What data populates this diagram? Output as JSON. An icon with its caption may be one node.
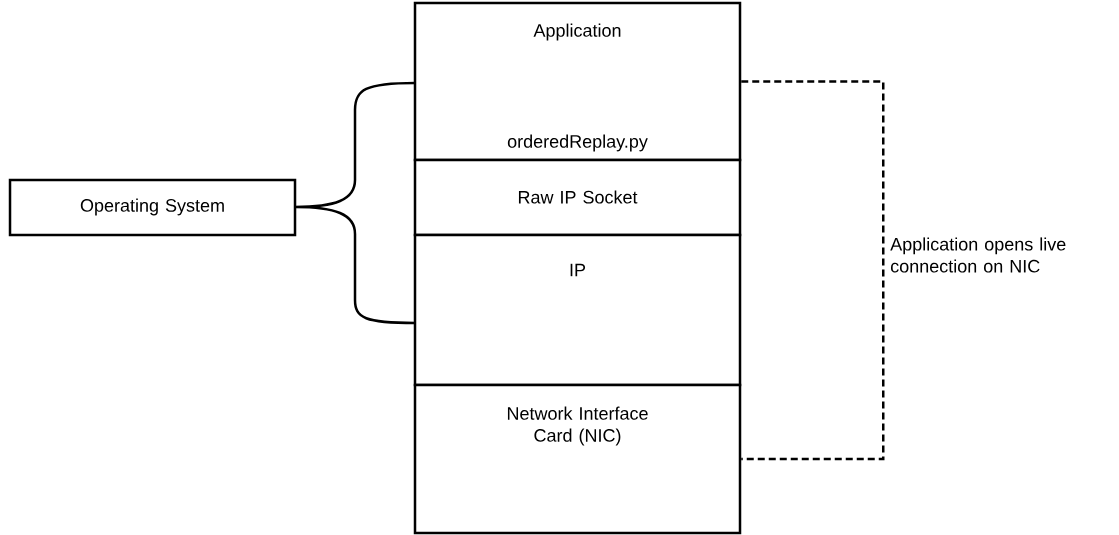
{
  "diagram": {
    "nodes": [
      {
        "text": [
          "Application",
          "orderedReplay.py"
        ]
      },
      {
        "text": [
          "Raw IP Socket"
        ]
      },
      {
        "text": [
          "IP"
        ]
      },
      {
        "text": [
          "Network Interface Card (NIC)"
        ]
      },
      {
        "text": [
          "Operating System"
        ]
      }
    ],
    "edges": [
      {
        "from": 0,
        "to": 3,
        "arrow": "none",
        "style": "dashed",
        "label": "Application opens live connection on NIC"
      }
    ]
  }
}
